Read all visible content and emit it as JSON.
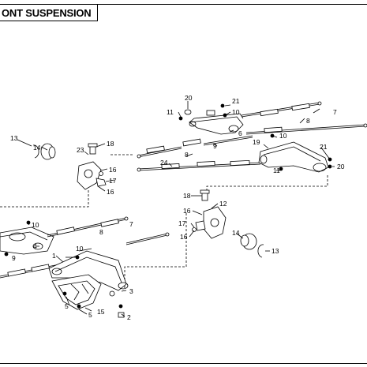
{
  "title": "ONT SUSPENSION",
  "callouts": {
    "c1": "1",
    "c2": "2",
    "c3": "3",
    "c4": "4",
    "c5a": "5",
    "c5b": "5",
    "c6": "6",
    "c7a": "7",
    "c7b": "7",
    "c8a": "8",
    "c8b": "8",
    "c8c": "8",
    "c9a": "9",
    "c9b": "9",
    "c10a": "10",
    "c10b": "10",
    "c10c": "10",
    "c10d": "10",
    "c11a": "11",
    "c11b": "11",
    "c12": "12",
    "c13a": "13",
    "c13b": "13",
    "c14a": "14",
    "c14b": "14",
    "c15": "15",
    "c16a": "16",
    "c16b": "16",
    "c16c": "16",
    "c16d": "16",
    "c17a": "17",
    "c17b": "17",
    "c18a": "18",
    "c18b": "18",
    "c19": "19",
    "c20a": "20",
    "c20b": "20",
    "c21a": "21",
    "c21b": "21",
    "c23": "23",
    "c24": "24"
  }
}
